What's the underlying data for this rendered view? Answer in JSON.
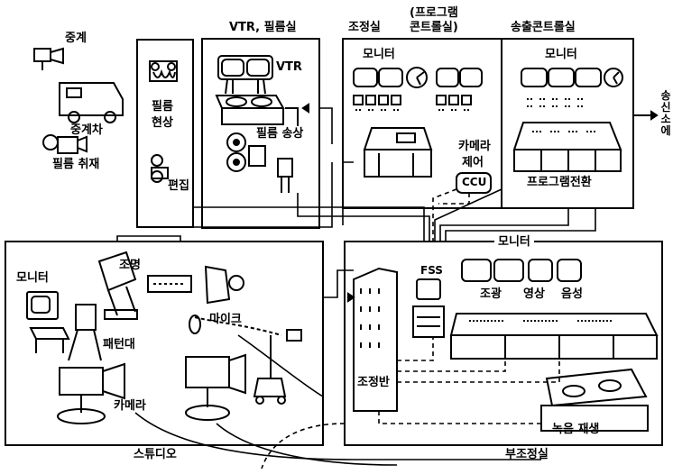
{
  "labels": {
    "relay": "중계",
    "relay_car": "중계차",
    "film_coverage": "필름 취재",
    "film_develop_1": "필름",
    "film_develop_2": "현상",
    "edit": "편집",
    "vtr_film_room": "VTR, 필름실",
    "vtr": "VTR",
    "film_transmit": "필름 송상",
    "control_room": "조정실",
    "program_control_1": "(프로그램",
    "program_control_2": "콘트롤실)",
    "tx_control_room": "송출콘트롤실",
    "monitor_control": "모니터",
    "monitor_tx": "모니터",
    "camera_control_1": "카메라",
    "camera_control_2": "제어",
    "ccu": "CCU",
    "program_switch": "프로그램전환",
    "to_transmitter": "송신소에",
    "lighting": "조명",
    "monitor_studio": "모니터",
    "pattern_stand": "패턴대",
    "mic": "마이크",
    "camera": "카메라",
    "studio": "스튜디오",
    "monitor_sub": "모니터",
    "fss": "FSS",
    "light_adjust": "조광",
    "video": "영상",
    "audio": "음성",
    "adjust_panel": "조정반",
    "record_play": "녹음 재생",
    "sub_control": "부조정실"
  }
}
